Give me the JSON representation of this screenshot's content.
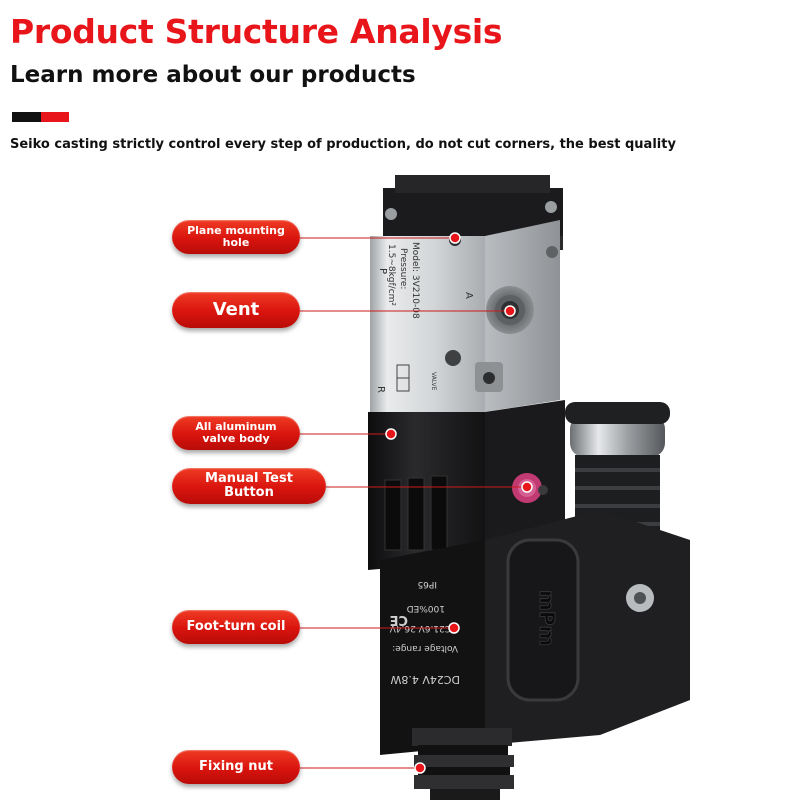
{
  "header": {
    "title": "Product Structure Analysis",
    "subtitle": "Learn more about our products",
    "tagline": "Seiko casting strictly control every step of production, do not cut corners, the best quality"
  },
  "callouts": [
    {
      "label": "Plane mounting\nhole"
    },
    {
      "label": "Vent"
    },
    {
      "label": "All aluminum\nvalve body"
    },
    {
      "label": "Manual Test\nButton"
    },
    {
      "label": "Foot-turn coil"
    },
    {
      "label": "Fixing nut"
    }
  ],
  "valve_markings": {
    "model": "Model: 3V210-08",
    "pressure": "Pressure:",
    "pressure_value": "1.5~8kgf/cm²",
    "port_a": "A",
    "port_p": "P",
    "port_r": "R",
    "valve_word": "VALVE"
  },
  "coil_markings": {
    "brand": "mPm",
    "ip": "IP65",
    "duty": "100%ED",
    "voltage_range": "DC21.6V-26.4V",
    "voltage_label": "Voltage range:",
    "rating": "DC24V   4.8W",
    "ce": "CE"
  },
  "colors": {
    "accent_red": "#e8161b",
    "dark": "#111111",
    "aluminum": "#cfd2d4",
    "coil_black": "#1c1c1e"
  }
}
